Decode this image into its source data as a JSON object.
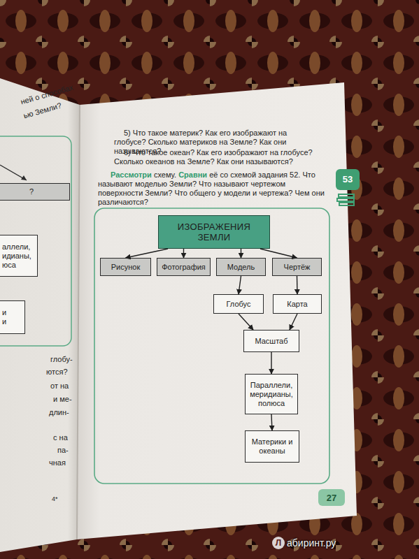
{
  "diagram": {
    "nodes": [
      {
        "text": [
          "ИЗОБРАЖЕНИЯ ЗЕМЛИ"
        ]
      },
      {
        "text": [
          "Рисунок"
        ]
      },
      {
        "text": [
          "Фотография"
        ]
      },
      {
        "text": [
          "Модель"
        ]
      },
      {
        "text": [
          "Чертёж"
        ]
      },
      {
        "text": [
          "Глобус"
        ]
      },
      {
        "text": [
          "Карта"
        ]
      },
      {
        "text": [
          "Масштаб"
        ]
      },
      {
        "text": [
          "Параллели, меридианы, полюса"
        ]
      },
      {
        "text": [
          "Материки и океаны"
        ]
      },
      {
        "text": [
          "?"
        ]
      },
      {
        "text": [
          "аллели, идианы, юса"
        ]
      },
      {
        "text": [
          "и и"
        ]
      }
    ],
    "edges": [
      {
        "from": 0,
        "to": 1,
        "arrow": "to"
      },
      {
        "from": 0,
        "to": 2,
        "arrow": "to"
      },
      {
        "from": 0,
        "to": 3,
        "arrow": "to"
      },
      {
        "from": 0,
        "to": 4,
        "arrow": "to"
      },
      {
        "from": 3,
        "to": 5,
        "arrow": "to"
      },
      {
        "from": 4,
        "to": 6,
        "arrow": "to"
      },
      {
        "from": 5,
        "to": 7,
        "arrow": "to"
      },
      {
        "from": 6,
        "to": 7,
        "arrow": "to"
      },
      {
        "from": 7,
        "to": 8,
        "arrow": "to"
      },
      {
        "from": 8,
        "to": 9,
        "arrow": "to"
      }
    ],
    "labels": [
      "ней о способах",
      "ью Земли?",
      "5) Что такое материк? Как его изображают на глобусе? Сколько материков на Земле? Как они называются?",
      "6) Что такое океан? Как его изображают на глобусе? Сколько океанов на Земле? Как они называются?",
      "Рассмотри",
      "схему.",
      "Сравни",
      "её со схемой задания 52. Что называют моделью Земли? Что называют чертежом поверхности Земли? Что общего у модели и чертежа? Чем они различаются?",
      "53",
      "глобу-",
      "ются?",
      "от на",
      "и ме-",
      "длин-",
      "с на",
      "па-",
      "чная",
      "4*",
      "27",
      "Л",
      "абиринт.ру"
    ]
  }
}
